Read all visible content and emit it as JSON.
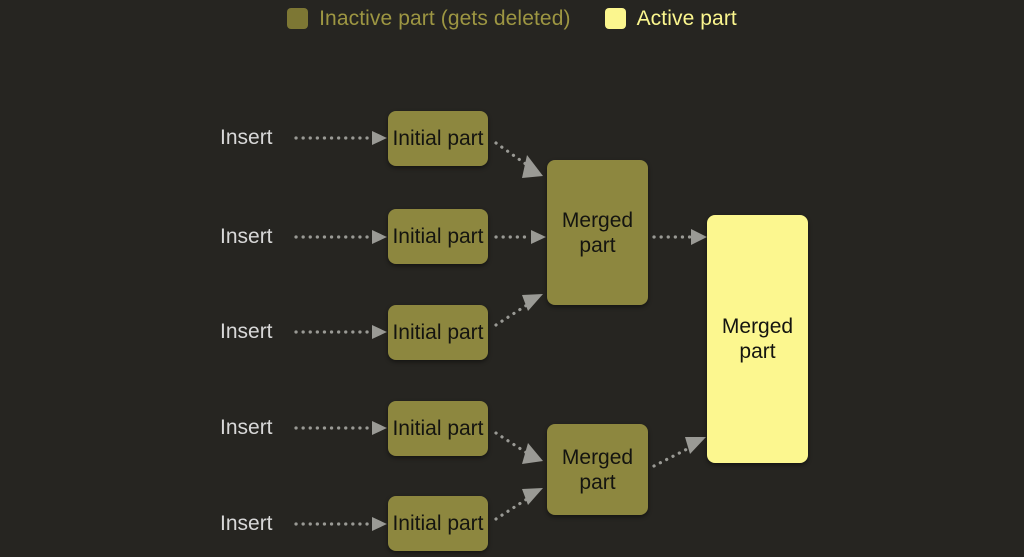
{
  "background_color": "#262521",
  "legend": {
    "items": [
      {
        "label": "Inactive part (gets deleted)",
        "swatch_color": "#7d7734",
        "text_color": "#9d9642",
        "icon": "square-swatch-icon"
      },
      {
        "label": "Active part",
        "swatch_color": "#fbf68e",
        "text_color": "#fbf68e",
        "icon": "square-swatch-icon"
      }
    ]
  },
  "diagram": {
    "insert_labels": [
      {
        "text": "Insert"
      },
      {
        "text": "Insert"
      },
      {
        "text": "Insert"
      },
      {
        "text": "Insert"
      },
      {
        "text": "Insert"
      }
    ],
    "initial_parts": [
      {
        "text": "Initial part",
        "state": "inactive"
      },
      {
        "text": "Initial part",
        "state": "inactive"
      },
      {
        "text": "Initial part",
        "state": "inactive"
      },
      {
        "text": "Initial part",
        "state": "inactive"
      },
      {
        "text": "Initial part",
        "state": "inactive"
      }
    ],
    "merged_parts": [
      {
        "text": "Merged part",
        "state": "inactive"
      },
      {
        "text": "Merged part",
        "state": "inactive"
      }
    ],
    "final_part": {
      "text": "Merged part",
      "state": "active"
    }
  }
}
